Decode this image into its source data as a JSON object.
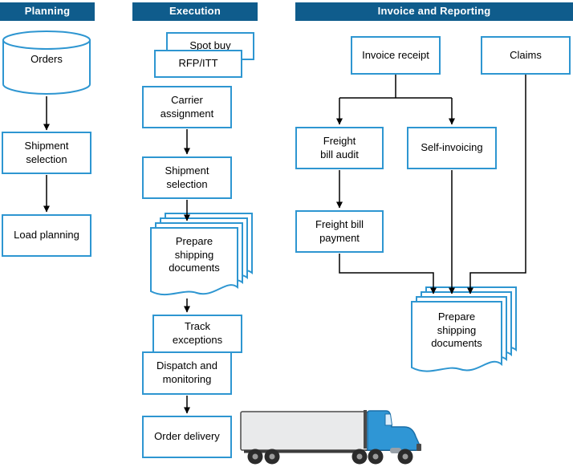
{
  "headers": {
    "planning": "Planning",
    "execution": "Execution",
    "invoice_reporting": "Invoice and Reporting"
  },
  "planning": {
    "orders": "Orders",
    "shipment_selection": "Shipment\nselection",
    "load_planning": "Load planning"
  },
  "execution": {
    "spot_buy": "Spot buy",
    "rfp_itt": "RFP/ITT",
    "carrier_assignment": "Carrier\nassignment",
    "shipment_selection": "Shipment\nselection",
    "prepare_shipping_documents": "Prepare\nshipping\ndocuments",
    "track_exceptions": "Track\nexceptions",
    "dispatch_and_monitoring": "Dispatch and\nmonitoring",
    "order_delivery": "Order delivery"
  },
  "invoice_reporting": {
    "invoice_receipt": "Invoice receipt",
    "claims": "Claims",
    "freight_bill_audit": "Freight\nbill audit",
    "self_invoicing": "Self-invoicing",
    "freight_bill_payment": "Freight bill\npayment",
    "prepare_shipping_documents": "Prepare\nshipping\ndocuments"
  },
  "colors": {
    "header_bg": "#0f5c8c",
    "header_text": "#ffffff",
    "box_border": "#2e96d1",
    "box_fill": "#ffffff",
    "connector": "#000000",
    "truck_cab": "#2f96d5",
    "truck_trailer": "#e9eaeb"
  }
}
